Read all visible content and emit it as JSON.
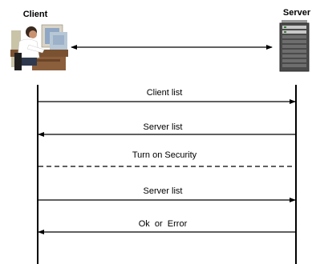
{
  "client": {
    "title": "Client",
    "illustration": "person-at-desk-icon"
  },
  "server": {
    "title": "Server",
    "illustration": "server-rack-icon"
  },
  "messages": [
    {
      "label": "Client list",
      "direction": "client-to-server",
      "style": "solid"
    },
    {
      "label": "Server list",
      "direction": "server-to-client",
      "style": "solid"
    },
    {
      "label": "Turn on Security",
      "direction": "none",
      "style": "dashed"
    },
    {
      "label": "Server list",
      "direction": "client-to-server",
      "style": "solid"
    },
    {
      "label": "Ok  or  Error",
      "direction": "server-to-client",
      "style": "solid"
    }
  ],
  "colors": {
    "line": "#000000",
    "background": "#ffffff"
  }
}
